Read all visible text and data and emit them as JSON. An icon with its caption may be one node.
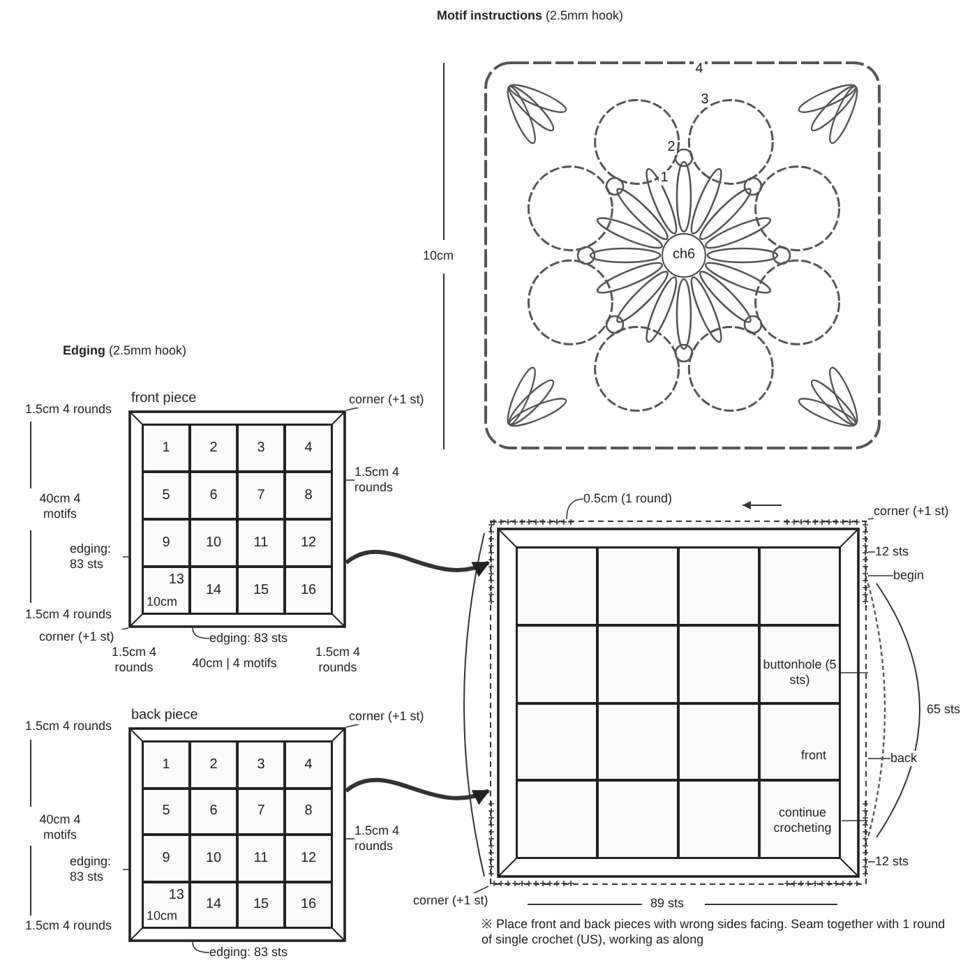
{
  "diagram": {
    "nodes": [
      {
        "text": [
          "front piece"
        ]
      },
      {
        "text": [
          "1"
        ],
        "in": 0
      },
      {
        "text": [
          "2"
        ],
        "in": 0
      },
      {
        "text": [
          "3"
        ],
        "in": 0
      },
      {
        "text": [
          "4"
        ],
        "in": 0
      },
      {
        "text": [
          "5"
        ],
        "in": 0
      },
      {
        "text": [
          "6"
        ],
        "in": 0
      },
      {
        "text": [
          "7"
        ],
        "in": 0
      },
      {
        "text": [
          "8"
        ],
        "in": 0
      },
      {
        "text": [
          "9"
        ],
        "in": 0
      },
      {
        "text": [
          "10"
        ],
        "in": 0
      },
      {
        "text": [
          "11"
        ],
        "in": 0
      },
      {
        "text": [
          "12"
        ],
        "in": 0
      },
      {
        "text": [
          "13",
          "10cm"
        ],
        "in": 0
      },
      {
        "text": [
          "14"
        ],
        "in": 0
      },
      {
        "text": [
          "15"
        ],
        "in": 0
      },
      {
        "text": [
          "16"
        ],
        "in": 0
      },
      {
        "text": [
          "corner (+1 st)"
        ]
      },
      {
        "text": [
          "1.5cm 4 rounds"
        ]
      },
      {
        "text": [
          "edging: 83 sts"
        ]
      },
      {
        "text": [
          "corner (+1 st)"
        ]
      },
      {
        "text": [
          "edging: 83 sts"
        ]
      },
      {
        "text": [
          "back piece"
        ]
      },
      {
        "text": [
          "1"
        ],
        "in": 22
      },
      {
        "text": [
          "2"
        ],
        "in": 22
      },
      {
        "text": [
          "3"
        ],
        "in": 22
      },
      {
        "text": [
          "4"
        ],
        "in": 22
      },
      {
        "text": [
          "5"
        ],
        "in": 22
      },
      {
        "text": [
          "6"
        ],
        "in": 22
      },
      {
        "text": [
          "7"
        ],
        "in": 22
      },
      {
        "text": [
          "8"
        ],
        "in": 22
      },
      {
        "text": [
          "9"
        ],
        "in": 22
      },
      {
        "text": [
          "10"
        ],
        "in": 22
      },
      {
        "text": [
          "11"
        ],
        "in": 22
      },
      {
        "text": [
          "12"
        ],
        "in": 22
      },
      {
        "text": [
          "13",
          "10cm"
        ],
        "in": 22
      },
      {
        "text": [
          "14"
        ],
        "in": 22
      },
      {
        "text": [
          "15"
        ],
        "in": 22
      },
      {
        "text": [
          "16"
        ],
        "in": 22
      },
      {
        "text": [
          "corner (+1 st)"
        ]
      },
      {
        "text": [
          "1.5cm 4 rounds"
        ]
      },
      {
        "text": [
          "edging: 83 sts"
        ]
      },
      {
        "text": [
          "edging: 83 sts"
        ]
      },
      {
        "text": [],
        "shape": "box"
      },
      {
        "text": [],
        "shape": "box",
        "in": 43
      },
      {
        "text": [],
        "shape": "box",
        "in": 43
      },
      {
        "text": [],
        "shape": "box",
        "in": 43
      },
      {
        "text": [],
        "shape": "box",
        "in": 43
      },
      {
        "text": [],
        "shape": "box",
        "in": 43
      },
      {
        "text": [],
        "shape": "box",
        "in": 43
      },
      {
        "text": [],
        "shape": "box",
        "in": 43
      },
      {
        "text": [],
        "shape": "box",
        "in": 43
      },
      {
        "text": [],
        "shape": "box",
        "in": 43
      },
      {
        "text": [],
        "shape": "box",
        "in": 43
      },
      {
        "text": [],
        "shape": "box",
        "in": 43
      },
      {
        "text": [],
        "shape": "box",
        "in": 43
      },
      {
        "text": [],
        "shape": "box",
        "in": 43
      },
      {
        "text": [],
        "shape": "box",
        "in": 43
      },
      {
        "text": [],
        "shape": "box",
        "in": 43
      },
      {
        "text": [],
        "shape": "box",
        "in": 43
      },
      {
        "text": [
          "0.5cm (1 round)"
        ]
      },
      {
        "text": [
          "corner (+1 st)"
        ]
      },
      {
        "text": [
          "12 sts"
        ]
      },
      {
        "text": [
          "begin"
        ]
      },
      {
        "text": [
          "buttonhole (5 sts)"
        ],
        "in": 51
      },
      {
        "text": [
          "back"
        ]
      },
      {
        "text": [
          "continue crocheting"
        ],
        "in": 59
      },
      {
        "text": [
          "12 sts"
        ]
      },
      {
        "text": [
          "corner (+1 st)"
        ]
      },
      {
        "text": [
          "ch6"
        ]
      }
    ],
    "edges": [
      {
        "from": 17,
        "to": 0,
        "arrow": "none"
      },
      {
        "from": 18,
        "to": 0,
        "arrow": "none"
      },
      {
        "from": 19,
        "to": 0,
        "arrow": "none"
      },
      {
        "from": 20,
        "to": 0,
        "arrow": "none"
      },
      {
        "from": 21,
        "to": 0,
        "arrow": "none"
      },
      {
        "from": 39,
        "to": 22,
        "arrow": "none"
      },
      {
        "from": 40,
        "to": 22,
        "arrow": "none"
      },
      {
        "from": 41,
        "to": 22,
        "arrow": "none"
      },
      {
        "from": 42,
        "to": 22,
        "arrow": "none"
      },
      {
        "from": 60,
        "to": 43,
        "arrow": "none"
      },
      {
        "from": 61,
        "to": 43,
        "arrow": "none"
      },
      {
        "from": 62,
        "to": 43,
        "arrow": "none"
      },
      {
        "from": 63,
        "to": 43,
        "arrow": "none"
      },
      {
        "from": 64,
        "to": 43,
        "arrow": "none"
      },
      {
        "from": 65,
        "to": 43,
        "arrow": "none"
      },
      {
        "from": 66,
        "to": 43,
        "arrow": "none"
      },
      {
        "from": 67,
        "to": 43,
        "arrow": "none"
      },
      {
        "from": 68,
        "to": 43,
        "arrow": "none"
      },
      {
        "from": 0,
        "to": 43,
        "arrow": "to",
        "style": "thick"
      },
      {
        "from": 22,
        "to": 43,
        "arrow": "to",
        "style": "thick"
      }
    ],
    "labels": [
      "**Motif instructions** (2.5mm hook)",
      "4",
      "3",
      "2",
      "1",
      "10cm",
      "**Edging** (2.5mm hook)",
      "1.5cm 4 rounds",
      "40cm 4 motifs",
      "1.5cm 4 rounds",
      "1.5cm 4 rounds",
      "40cm | 4 motifs",
      "1.5cm 4 rounds",
      "front",
      "65 sts",
      "89 sts",
      "1.5cm 4 rounds",
      "40cm 4 motifs",
      "1.5cm 4 rounds",
      "※ Place front and back pieces with wrong sides facing. Seam together with 1 round of single crochet (US), working as along"
    ]
  }
}
